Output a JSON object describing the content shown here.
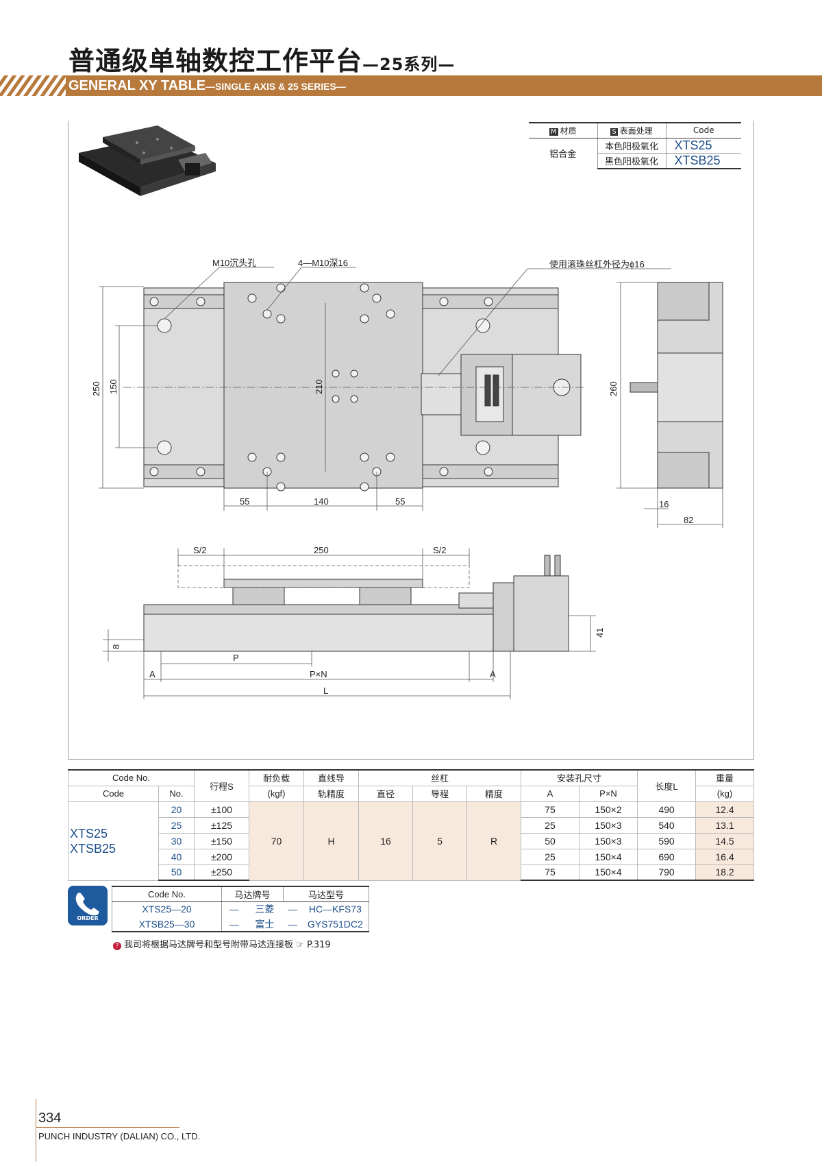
{
  "header": {
    "title_cn": "普通级单轴数控工作平台",
    "title_cn_sub": "—25系列—",
    "title_en": "GENERAL XY TABLE",
    "title_en_sub": "—SINGLE AXIS & 25 SERIES—"
  },
  "material_table": {
    "h_material": "材质",
    "h_surface": "表面处理",
    "h_code": "Code",
    "tag_m": "M",
    "tag_s": "S",
    "material": "铝合金",
    "rows": [
      {
        "surface": "本色阳极氧化",
        "code": "XTS25"
      },
      {
        "surface": "黑色阳极氧化",
        "code": "XTSB25"
      }
    ]
  },
  "drawing": {
    "label_counterbore": "M10沉头孔",
    "label_tapped": "4—M10深16",
    "label_ballscrew": "使用滚珠丝杠外径为ϕ16",
    "dim_250": "250",
    "dim_150": "150",
    "dim_210": "210",
    "dim_55a": "55",
    "dim_140": "140",
    "dim_55b": "55",
    "dim_260": "260",
    "dim_16": "16",
    "dim_82": "82",
    "dim_s2a": "S/2",
    "dim_250b": "250",
    "dim_s2b": "S/2",
    "dim_8": "8",
    "dim_41": "41",
    "dim_p": "P",
    "dim_a1": "A",
    "dim_pxn": "P×N",
    "dim_a2": "A",
    "dim_l": "L"
  },
  "spec_table": {
    "h_codeno": "Code No.",
    "h_code": "Code",
    "h_no": "No.",
    "h_stroke": "行程S",
    "h_load": "耐负载",
    "h_load_unit": "(kgf)",
    "h_guide": "直线导",
    "h_guide2": "轨精度",
    "h_screw": "丝杠",
    "h_dia": "直径",
    "h_lead": "导程",
    "h_acc": "精度",
    "h_mount": "安装孔尺寸",
    "h_a": "A",
    "h_pxn": "P×N",
    "h_len": "长度L",
    "h_wt": "重量",
    "h_wt_unit": "(kg)",
    "code1": "XTS25",
    "code2": "XTSB25",
    "load": "70",
    "guide": "H",
    "dia": "16",
    "lead": "5",
    "acc": "R",
    "rows": [
      {
        "no": "20",
        "stroke": "±100",
        "a": "75",
        "pxn": "150×2",
        "len": "490",
        "wt": "12.4"
      },
      {
        "no": "25",
        "stroke": "±125",
        "a": "25",
        "pxn": "150×3",
        "len": "540",
        "wt": "13.1"
      },
      {
        "no": "30",
        "stroke": "±150",
        "a": "50",
        "pxn": "150×3",
        "len": "590",
        "wt": "14.5"
      },
      {
        "no": "40",
        "stroke": "±200",
        "a": "25",
        "pxn": "150×4",
        "len": "690",
        "wt": "16.4"
      },
      {
        "no": "50",
        "stroke": "±250",
        "a": "75",
        "pxn": "150×4",
        "len": "790",
        "wt": "18.2"
      }
    ]
  },
  "order": {
    "label": "ORDER",
    "h_code": "Code No.",
    "h_brand": "马达牌号",
    "h_model": "马达型号",
    "rows": [
      {
        "code": "XTS25—20",
        "sep1": "—",
        "brand": "三菱",
        "sep2": "—",
        "model": "HC—KFS73"
      },
      {
        "code": "XTSB25—30",
        "sep1": "—",
        "brand": "富士",
        "sep2": "—",
        "model": "GYS751DC2"
      }
    ],
    "note": "我司将根据马达牌号和型号附带马达连接板",
    "note_ref": "☞ P.319"
  },
  "footer": {
    "page": "334",
    "company": "PUNCH INDUSTRY (DALIAN) CO., LTD."
  }
}
